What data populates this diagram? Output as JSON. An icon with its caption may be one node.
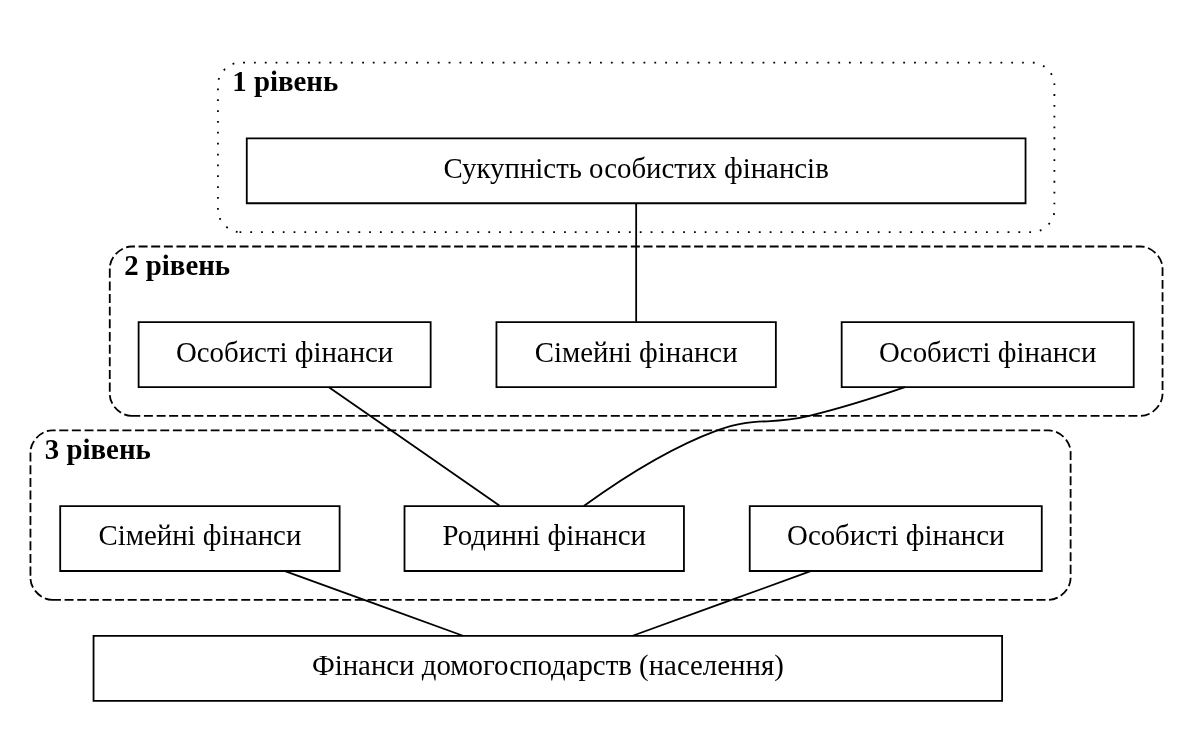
{
  "diagram": {
    "nodes": [
      {
        "text": [
          "1 рівень"
        ]
      },
      {
        "text": [
          "Сукупність особистих фінансів"
        ],
        "in": 0
      },
      {
        "text": [
          "2 рівень"
        ]
      },
      {
        "text": [
          "Особисті фінанси"
        ],
        "in": 2
      },
      {
        "text": [
          "Сімейні фінанси"
        ],
        "in": 2
      },
      {
        "text": [
          "Особисті фінанси"
        ],
        "in": 2
      },
      {
        "text": [
          "3 рівень"
        ]
      },
      {
        "text": [
          "Сімейні фінанси"
        ],
        "in": 6
      },
      {
        "text": [
          "Родинні фінанси"
        ],
        "in": 6
      },
      {
        "text": [
          "Особисті фінанси"
        ],
        "in": 6
      },
      {
        "text": [
          "Фінанси домогосподарств (населення)"
        ]
      }
    ],
    "edges": [
      {
        "from": 1,
        "to": 4,
        "arrow": "none"
      },
      {
        "from": 3,
        "to": 8,
        "arrow": "none"
      },
      {
        "from": 5,
        "to": 8,
        "arrow": "none"
      },
      {
        "from": 7,
        "to": 10,
        "arrow": "none"
      },
      {
        "from": 9,
        "to": 10,
        "arrow": "none"
      }
    ]
  }
}
